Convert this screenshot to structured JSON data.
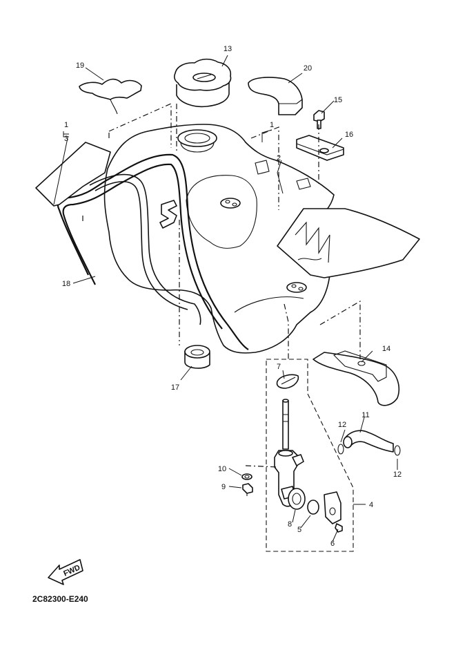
{
  "diagram": {
    "drawing_code": "2C82300-E240",
    "direction_label": "FWD",
    "callouts": {
      "p1_top": "1",
      "p1_left": "1",
      "p2": "2",
      "p3": "3",
      "p4": "4",
      "p5": "5",
      "p6": "6",
      "p7": "7",
      "p8": "8",
      "p9": "9",
      "p10": "10",
      "p11": "11",
      "p12_a": "12",
      "p12_b": "12",
      "p13": "13",
      "p14": "14",
      "p15": "15",
      "p16": "16",
      "p17": "17",
      "p18": "18",
      "p19": "19",
      "p20": "20"
    }
  }
}
